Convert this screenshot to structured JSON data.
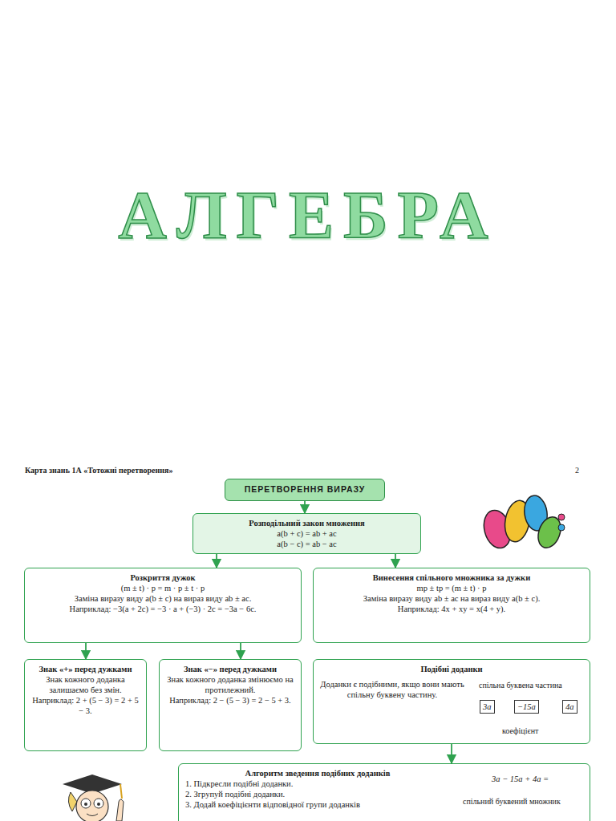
{
  "diagram": {
    "title": "АЛГЕБРА",
    "nodes": [
      {
        "text": [
          "ПЕРЕТВОРЕННЯ ВИРАЗУ"
        ]
      },
      {
        "text": [
          "Розподільний закон множення",
          "a(b + c) = ab + ac",
          "a(b − c) = ab − ac"
        ]
      },
      {
        "text": [
          "Розкриття дужок",
          "(m ± t) · p = m · p ± t · p",
          "Заміна виразу виду a(b ± c) на вираз виду ab ± ac.",
          "Наприклад: −3(a + 2c) = −3 · a + (−3) · 2c = −3a − 6c."
        ]
      },
      {
        "text": [
          "Винесення спільного множника за дужки",
          "mp ± tp = (m ± t) · p",
          "Заміна виразу виду ab ± ac на вираз виду a(b ± c).",
          "Наприклад: 4x + xy = x(4 + y)."
        ]
      },
      {
        "text": [
          "Знак «+» перед дужками",
          "Знак кожного доданка залишаємо без змін.",
          "Наприклад: 2 + (5 − 3) = 2 + 5 − 3."
        ]
      },
      {
        "text": [
          "Знак «−» перед дужками",
          "Знак кожного доданка змінюємо на протилежний.",
          "Наприклад: 2 − (5 − 3) = 2 − 5 + 3."
        ]
      },
      {
        "text": [
          "Подібні доданки",
          "Доданки є подібними, якщо вони мають спільну буквену частину."
        ]
      },
      {
        "text": [
          "3a"
        ],
        "in": 6
      },
      {
        "text": [
          "−15a"
        ],
        "in": 6
      },
      {
        "text": [
          "4a"
        ],
        "in": 6
      },
      {
        "text": [
          "Алгоритм зведення подібних доданків",
          "1. Підкресли подібні доданки.",
          "2. Згрупуй подібні доданки.",
          "3. Додай коефіцієнти відповідної групи доданків"
        ]
      }
    ],
    "edges": [
      {
        "from": 0,
        "to": 1,
        "arrow": "to"
      },
      {
        "from": 1,
        "to": 2,
        "arrow": "to"
      },
      {
        "from": 1,
        "to": 3,
        "arrow": "to"
      },
      {
        "from": 2,
        "to": 4,
        "arrow": "to"
      },
      {
        "from": 2,
        "to": 5,
        "arrow": "to"
      },
      {
        "from": 6,
        "to": 10,
        "arrow": "to"
      }
    ],
    "labels": [
      "Карта знань 1А «Тотожні перетворення»",
      "2",
      "спільна буквена частина",
      "коефіцієнт",
      "3a − 15a + 4a =",
      "спільний буквений множник"
    ]
  }
}
